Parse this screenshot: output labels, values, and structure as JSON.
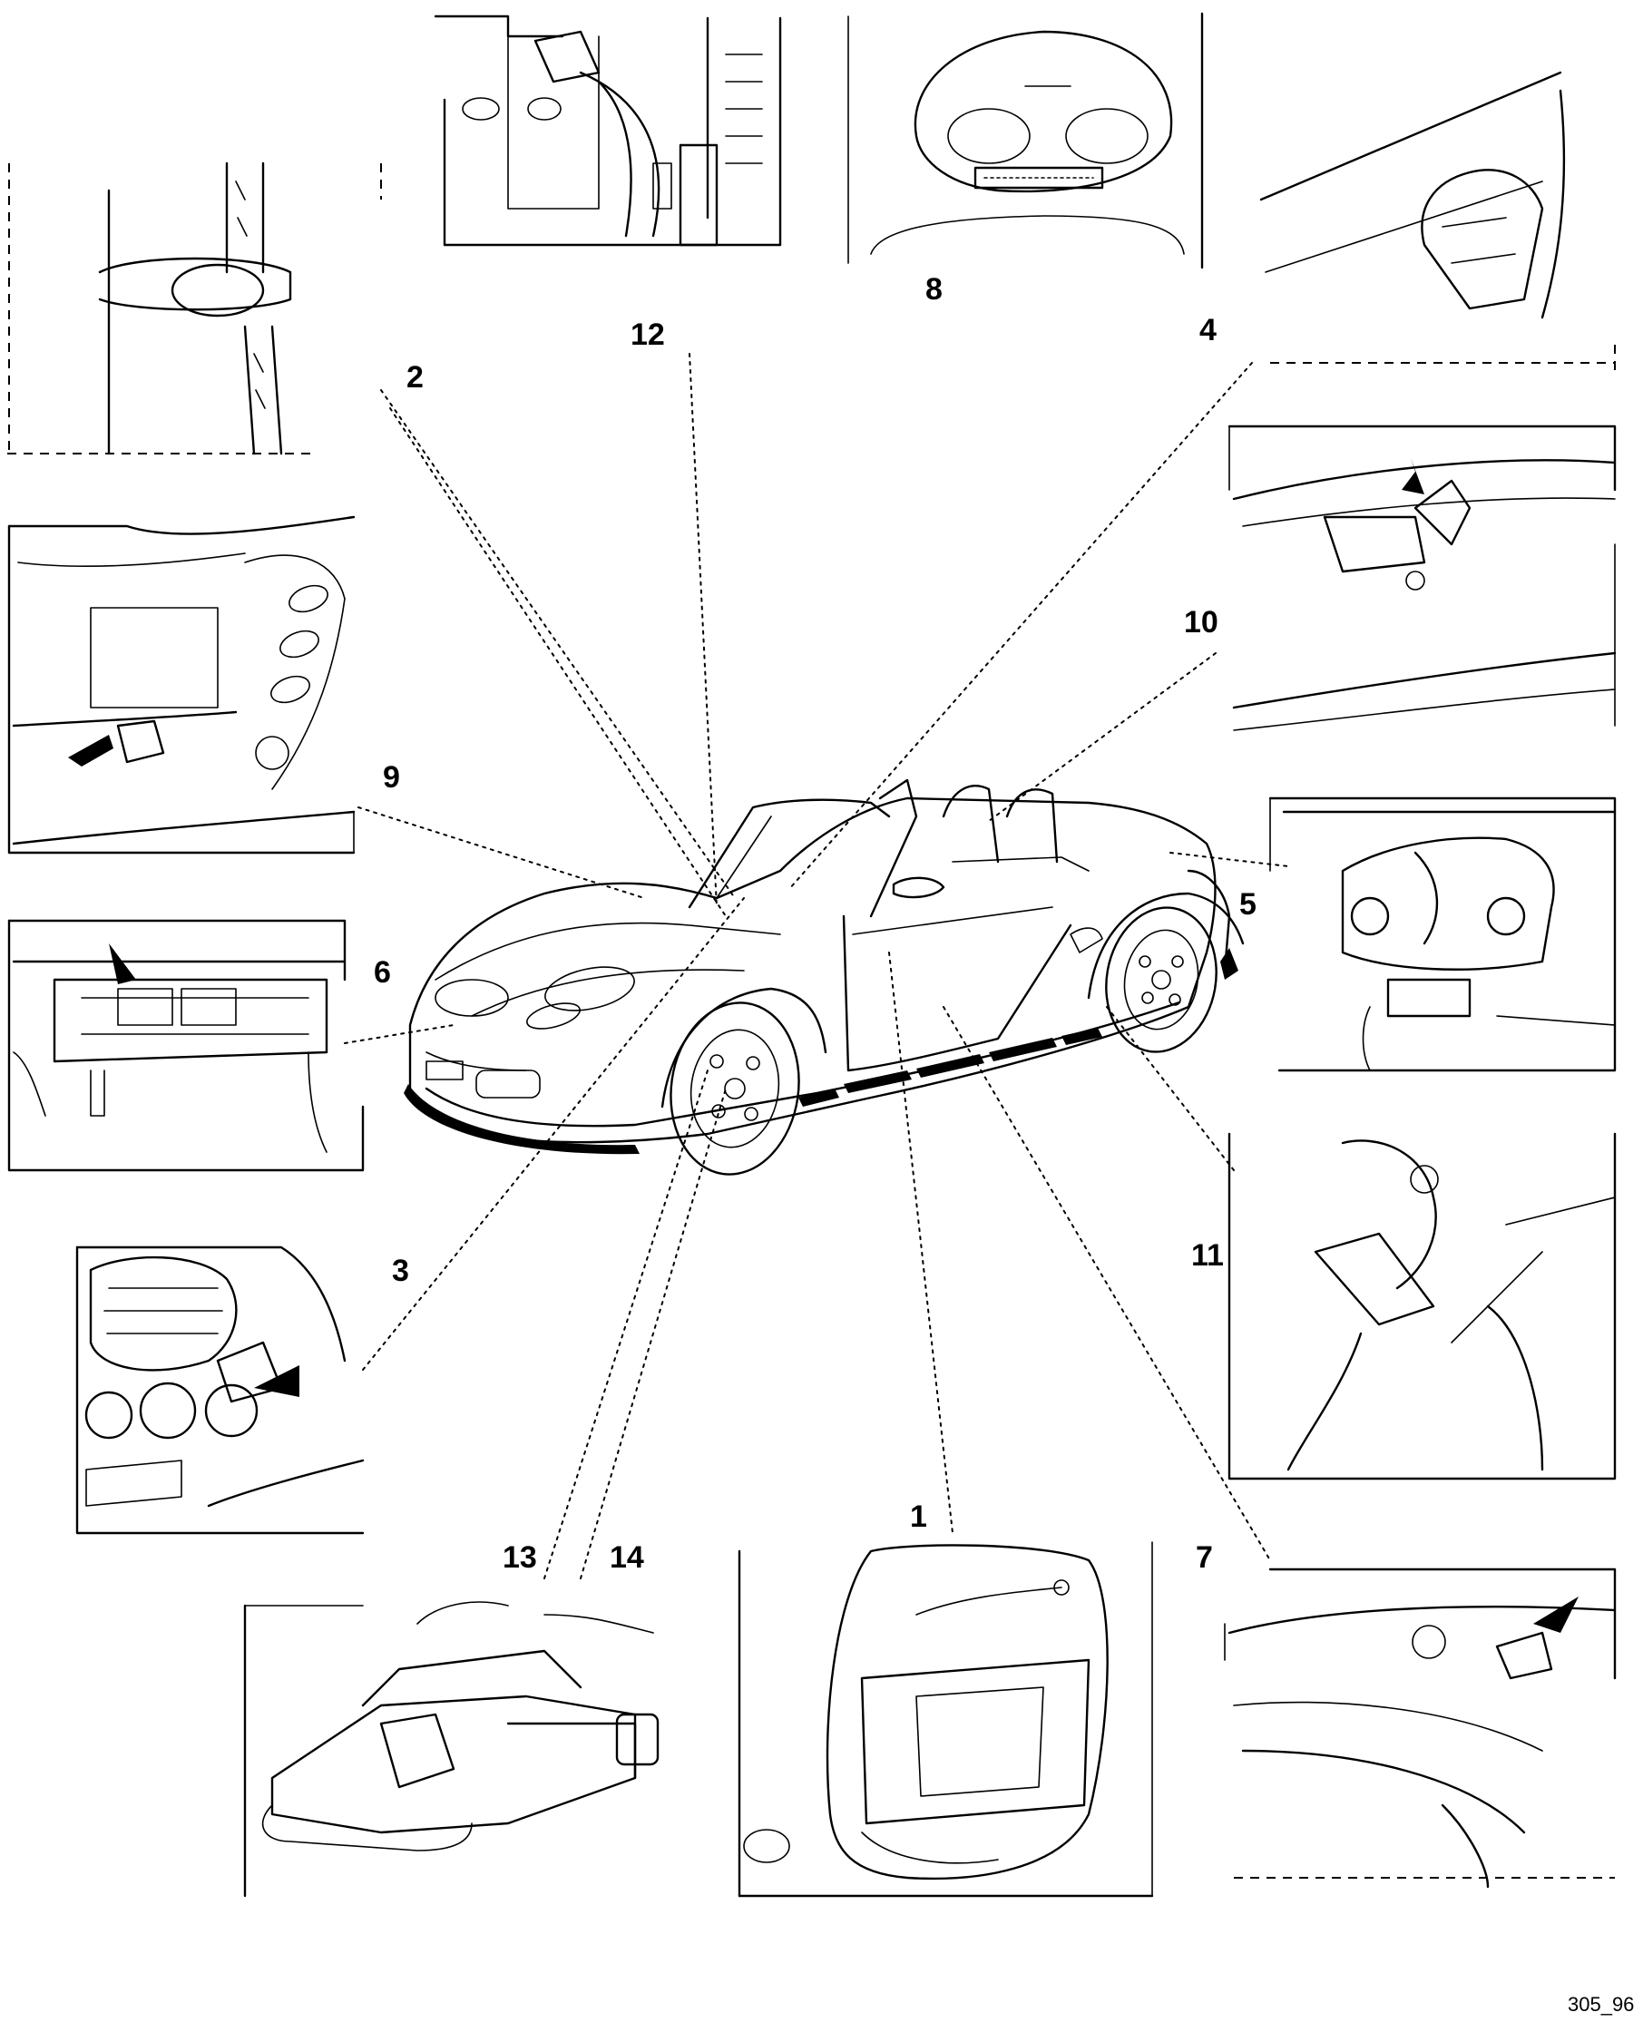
{
  "callouts": {
    "c1": "1",
    "c2": "2",
    "c3": "3",
    "c4": "4",
    "c5": "5",
    "c6": "6",
    "c7": "7",
    "c8": "8",
    "c9": "9",
    "c10": "10",
    "c11": "11",
    "c12": "12",
    "c13": "13",
    "c14": "14"
  },
  "figure_ref": "305_96"
}
